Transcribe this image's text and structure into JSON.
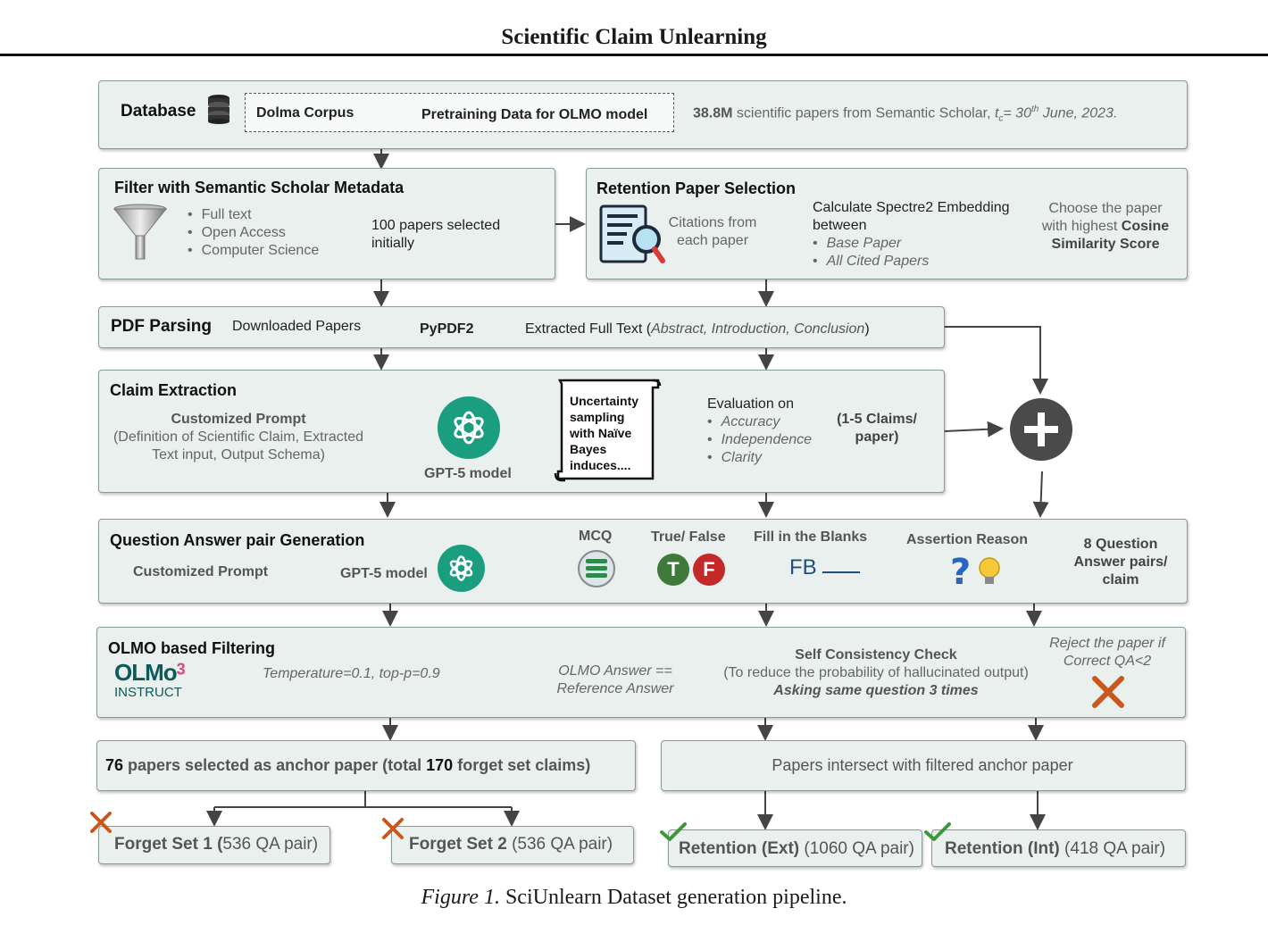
{
  "page": {
    "title": "Scientific Claim Unlearning",
    "caption_label": "Figure 1.",
    "caption_text": "SciUnlearn Dataset generation pipeline."
  },
  "database": {
    "title": "Database",
    "source": "Dolma Corpus",
    "target": "Pretraining Data for OLMO model",
    "count": "38.8M",
    "desc": "scientific papers from Semantic Scholar,",
    "tc_label": "t",
    "tc_sub": "c",
    "date_pre": "= 30",
    "date_sup": "th",
    "date_post": " June, 2023."
  },
  "filter": {
    "title": "Filter with Semantic Scholar Metadata",
    "items": [
      "Full text",
      "Open Access",
      "Computer Science"
    ],
    "result_line1": "100 papers selected",
    "result_line2": "initially"
  },
  "retention": {
    "title": "Retention Paper Selection",
    "citations_line1": "Citations from",
    "citations_line2": "each paper",
    "calc_line1": "Calculate Spectre2 Embedding",
    "calc_line2": "between",
    "items": [
      "Base Paper",
      "All Cited Papers"
    ],
    "choose_line1": "Choose the paper",
    "choose_line2_pre": "with highest ",
    "choose_line2_bold": "Cosine",
    "choose_line3": "Similarity Score"
  },
  "pdf": {
    "title": "PDF Parsing",
    "step1": "Downloaded Papers",
    "step2": "PyPDF2",
    "step3_pre": "Extracted Full Text (",
    "step3_it": "Abstract, Introduction, Conclusion",
    "step3_post": ")"
  },
  "claim": {
    "title": "Claim Extraction",
    "prompt_title": "Customized Prompt",
    "prompt_line1": "(Definition of Scientific Claim, Extracted",
    "prompt_line2": "Text input, Output Schema)",
    "model": "GPT-5 model",
    "scroll_lines": [
      "Uncertainty",
      "sampling",
      "with Naïve",
      "Bayes",
      "induces...."
    ],
    "eval_title": "Evaluation on",
    "eval_items": [
      "Accuracy",
      "Independence",
      "Clarity"
    ],
    "claims_line1": "(1-5 Claims/",
    "claims_line2": "paper)"
  },
  "qa": {
    "title": "Question Answer pair Generation",
    "prompt": "Customized Prompt",
    "model": "GPT-5 model",
    "types": [
      "MCQ",
      "True/ False",
      "Fill in the Blanks",
      "Assertion Reason"
    ],
    "tf_t": "T",
    "tf_f": "F",
    "fb_text": "FB",
    "result_line1": "8 Question",
    "result_line2": "Answer pairs/",
    "result_line3": "claim"
  },
  "olmo": {
    "title": "OLMO based Filtering",
    "logo_text": "OLMo",
    "logo_sup": "3",
    "logo_sub": "INSTRUCT",
    "params": "Temperature=0.1, top-p=0.9",
    "check_line1": "OLMO Answer ==",
    "check_line2": "Reference Answer",
    "sc_title": "Self Consistency Check",
    "sc_line1": "(To reduce the probability of hallucinated output)",
    "sc_line2": "Asking same question 3 times",
    "reject_line1": "Reject the paper if",
    "reject_line2": "Correct QA<2"
  },
  "anchor": {
    "count": "76",
    "mid": " papers selected as anchor paper (total ",
    "claims": "170",
    "end": " forget set claims)"
  },
  "intersect": {
    "text": "Papers intersect with filtered anchor paper"
  },
  "outputs": [
    {
      "bold": "Forget Set 1 (",
      "rest": "536 QA pair)"
    },
    {
      "bold": "Forget Set 2",
      "rest": " (536 QA pair)"
    },
    {
      "bold": "Retention (Ext)",
      "rest": " (1060 QA pair)"
    },
    {
      "bold": "Retention (Int)",
      "rest": " (418 QA pair)"
    }
  ],
  "colors": {
    "box_bg": "#e9f0ee",
    "gpt_green": "#1a9e7f",
    "reject_orange": "#c8581e",
    "check_green": "#3a9a3a",
    "plus_dark": "#4a4a4a",
    "olmo_pink": "#e0457b",
    "olmo_teal": "#0d5a5a"
  }
}
